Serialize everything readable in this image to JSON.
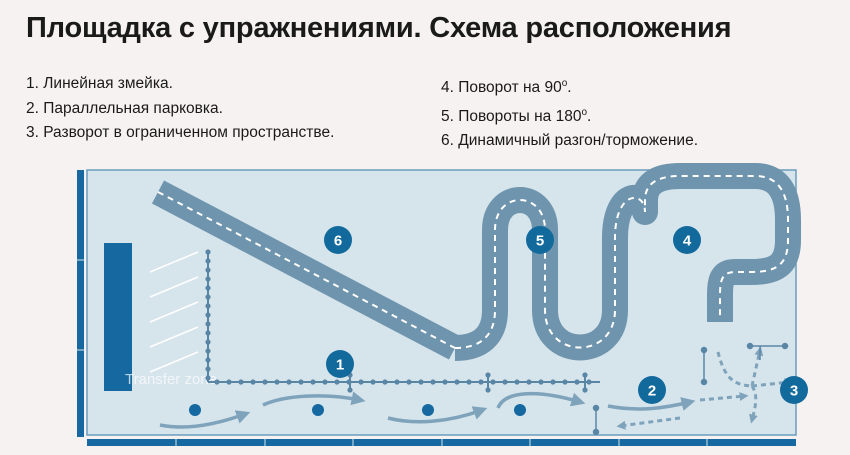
{
  "title": "Площадка с упражнениями. Схема расположения",
  "exercises_left": [
    {
      "num": "1",
      "text": "1. Линейная змейка."
    },
    {
      "num": "2",
      "text": "2. Параллельная парковка."
    },
    {
      "num": "3",
      "text": "3. Разворот в ограниченном пространстве."
    }
  ],
  "exercises_right": [
    {
      "num": "4",
      "text": "4. Поворот на 90",
      "sup": "o",
      "suffix": "."
    },
    {
      "num": "5",
      "text": "5. Повороты на 180",
      "sup": "o",
      "suffix": "."
    },
    {
      "num": "6",
      "text": "6. Динамичный разгон/торможение."
    }
  ],
  "zone_label": "Transfer zone",
  "badges": [
    "1",
    "2",
    "3",
    "4",
    "5",
    "6"
  ],
  "colors": {
    "field": "#d6e4ec",
    "field_border": "#6a9cbc",
    "road": "#6f94ad",
    "road_dash": "#ffffff",
    "badge": "#126a9c",
    "accent": "#1569a0",
    "arrow": "#7ea3bb",
    "cone_line": "#5a86a6"
  }
}
